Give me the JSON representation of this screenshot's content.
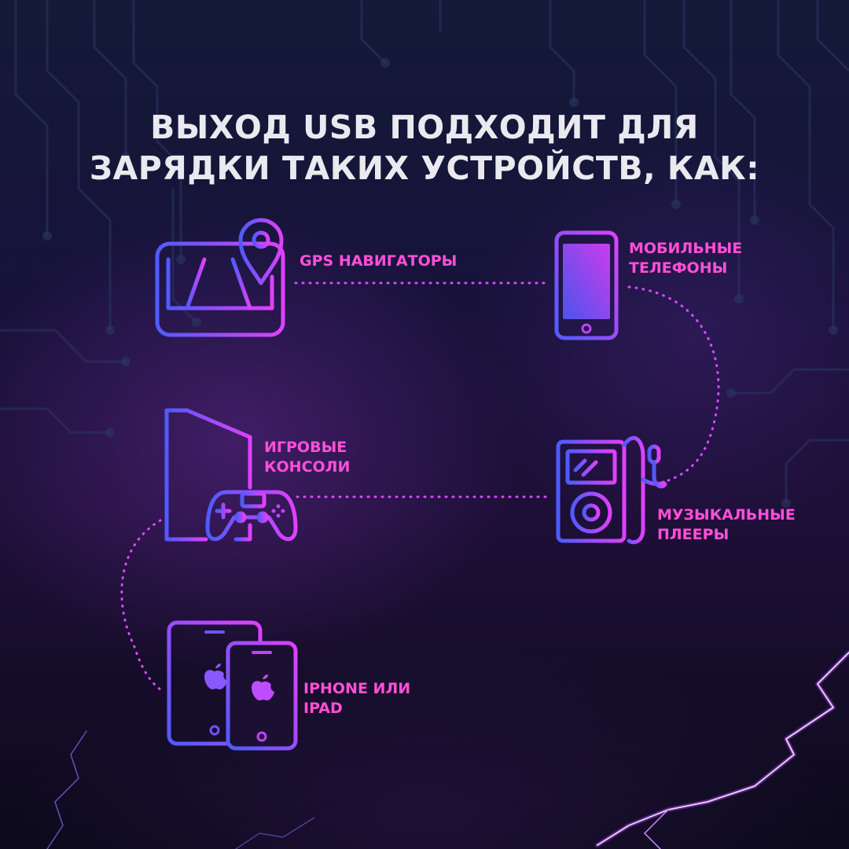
{
  "title": {
    "line1": "ВЫХОД USB ПОДХОДИТ ДЛЯ",
    "line2": "ЗАРЯДКИ ТАКИХ УСТРОЙСТВ, КАК:"
  },
  "devices": {
    "gps": {
      "label": "GPS НАВИГАТОРЫ",
      "icon": "gps-navigator-icon"
    },
    "phones": {
      "line1": "МОБИЛЬНЫЕ",
      "line2": "ТЕЛЕФОНЫ",
      "icon": "mobile-phone-icon"
    },
    "consoles": {
      "line1": "ИГРОВЫЕ",
      "line2": "КОНСОЛИ",
      "icon": "game-console-icon"
    },
    "players": {
      "line1": "МУЗЫКАЛЬНЫЕ",
      "line2": "ПЛЕЕРЫ",
      "icon": "music-player-icon"
    },
    "iphone": {
      "line1": "IPHONE ИЛИ",
      "line2": "IPAD",
      "icon": "iphone-ipad-icon"
    }
  },
  "colors": {
    "label": "#ff4fd8",
    "icon_start": "#4f5bff",
    "icon_end": "#e040ff",
    "title": "#e9e9ef"
  }
}
